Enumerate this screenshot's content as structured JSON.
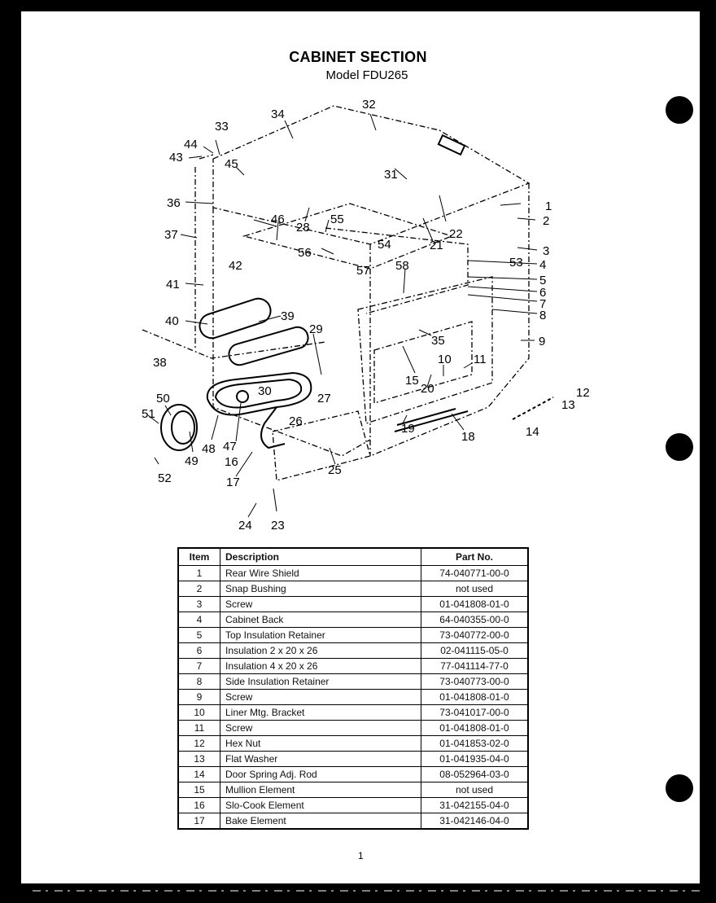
{
  "document": {
    "title": "CABINET SECTION",
    "subtitle": "Model FDU265",
    "page_number": "1"
  },
  "diagram": {
    "callouts": [
      "1",
      "2",
      "3",
      "4",
      "5",
      "6",
      "7",
      "8",
      "9",
      "10",
      "11",
      "12",
      "13",
      "14",
      "15",
      "16",
      "17",
      "18",
      "19",
      "20",
      "21",
      "22",
      "23",
      "24",
      "25",
      "26",
      "27",
      "28",
      "29",
      "30",
      "31",
      "32",
      "33",
      "34",
      "35",
      "36",
      "37",
      "38",
      "39",
      "40",
      "41",
      "42",
      "43",
      "44",
      "45",
      "46",
      "47",
      "48",
      "49",
      "50",
      "51",
      "52",
      "53",
      "54",
      "55",
      "56",
      "57",
      "58"
    ]
  },
  "parts_table": {
    "headers": [
      "Item",
      "Description",
      "Part No."
    ],
    "rows": [
      {
        "item": "1",
        "description": "Rear Wire Shield",
        "part_no": "74-040771-00-0"
      },
      {
        "item": "2",
        "description": "Snap Bushing",
        "part_no": "not used"
      },
      {
        "item": "3",
        "description": "Screw",
        "part_no": "01-041808-01-0"
      },
      {
        "item": "4",
        "description": "Cabinet Back",
        "part_no": "64-040355-00-0"
      },
      {
        "item": "5",
        "description": "Top Insulation Retainer",
        "part_no": "73-040772-00-0"
      },
      {
        "item": "6",
        "description": "Insulation 2 x 20 x 26",
        "part_no": "02-041115-05-0"
      },
      {
        "item": "7",
        "description": "Insulation 4 x 20 x 26",
        "part_no": "77-041114-77-0"
      },
      {
        "item": "8",
        "description": "Side Insulation Retainer",
        "part_no": "73-040773-00-0"
      },
      {
        "item": "9",
        "description": "Screw",
        "part_no": "01-041808-01-0"
      },
      {
        "item": "10",
        "description": "Liner Mtg. Bracket",
        "part_no": "73-041017-00-0"
      },
      {
        "item": "11",
        "description": "Screw",
        "part_no": "01-041808-01-0"
      },
      {
        "item": "12",
        "description": "Hex Nut",
        "part_no": "01-041853-02-0"
      },
      {
        "item": "13",
        "description": "Flat Washer",
        "part_no": "01-041935-04-0"
      },
      {
        "item": "14",
        "description": "Door Spring Adj. Rod",
        "part_no": "08-052964-03-0"
      },
      {
        "item": "15",
        "description": "Mullion Element",
        "part_no": "not used"
      },
      {
        "item": "16",
        "description": "Slo-Cook Element",
        "part_no": "31-042155-04-0"
      },
      {
        "item": "17",
        "description": "Bake Element",
        "part_no": "31-042146-04-0"
      }
    ]
  }
}
